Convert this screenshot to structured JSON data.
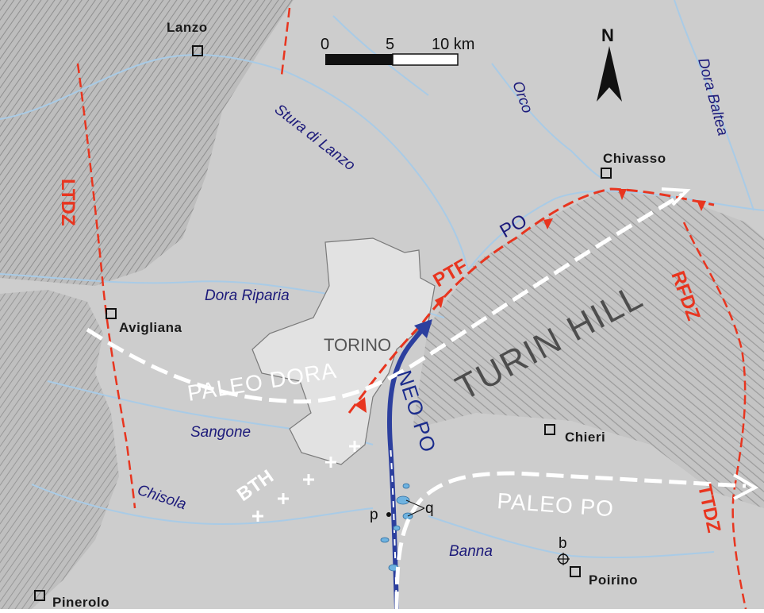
{
  "towns": {
    "lanzo": "Lanzo",
    "chivasso": "Chivasso",
    "avigliana": "Avigliana",
    "chieri": "Chieri",
    "poirino": "Poirino",
    "pinerolo": "Pinerolo",
    "torino": "TORINO"
  },
  "rivers": {
    "stura": "Stura di Lanzo",
    "orco": "Orco",
    "dora_baltea": "Dora Baltea",
    "dora_riparia": "Dora Riparia",
    "sangone": "Sangone",
    "chisola": "Chisola",
    "banna": "Banna",
    "po": "PO"
  },
  "faults": {
    "ltdz": "LTDZ",
    "rfdz": "RFDZ",
    "ttdz": "TTDZ",
    "ptf": "PTF",
    "bth": "BTH"
  },
  "features": {
    "turin_hill": "TURIN HILL",
    "paleo_dora": "PALEO DORA",
    "paleo_po": "PALEO PO",
    "neo_po": "NEO PO"
  },
  "points": {
    "p": "p",
    "q": "q",
    "b": "b"
  },
  "north": "N",
  "scale": {
    "t0": "0",
    "t5": "5",
    "t10": "10 km"
  },
  "colors": {
    "terrain": "#c9c9c9",
    "plain": "#cfcfcf",
    "river": "#a9cbe6",
    "fault": "#e8351f",
    "neo_po": "#2c3f9e",
    "city": "#e2e2e2",
    "label_blue": "#1c1a7a"
  }
}
